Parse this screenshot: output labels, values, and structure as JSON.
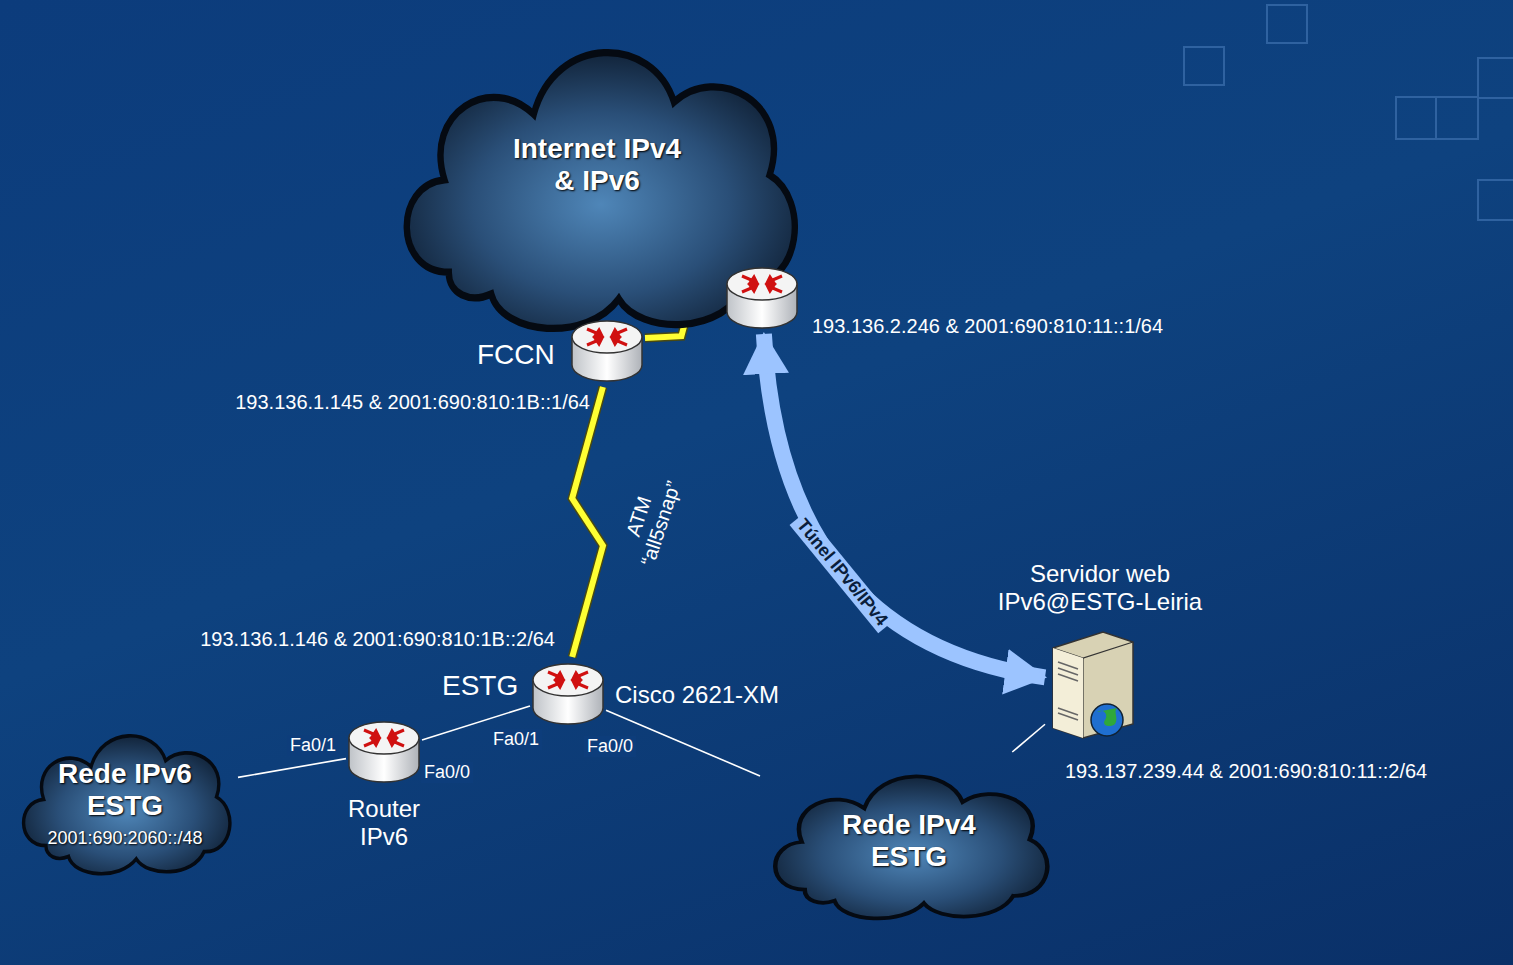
{
  "diagram": {
    "nodes": [
      {
        "text": [
          "Internet IPv4 & IPv6"
        ]
      },
      {
        "text": [
          "FCCN",
          "193.136.1.145 & 2001:690:810:1B::1/64"
        ]
      },
      {
        "text": [
          "193.136.2.246 & 2001:690:810:11::1/64"
        ]
      },
      {
        "text": [
          "ESTG",
          "193.136.1.146 & 2001:690:810:1B::2/64",
          "Cisco 2621-XM"
        ]
      },
      {
        "text": [
          "Router IPv6"
        ]
      },
      {
        "text": [
          "Rede IPv6 ESTG",
          "2001:690:2060::/48"
        ]
      },
      {
        "text": [
          "Rede IPv4 ESTG"
        ]
      },
      {
        "text": [
          "Servidor web IPv6@ESTG-Leiria",
          "193.137.239.44 & 2001:690:810:11::2/64"
        ]
      }
    ],
    "edges": [
      {
        "from": 1,
        "to": 2,
        "arrow": "none"
      },
      {
        "from": 1,
        "to": 3,
        "label": "ATM “all5snap”",
        "arrow": "none"
      },
      {
        "from": 3,
        "to": 4,
        "arrow": "none"
      },
      {
        "from": 4,
        "to": 5,
        "arrow": "none"
      },
      {
        "from": 3,
        "to": 6,
        "arrow": "none"
      },
      {
        "from": 6,
        "to": 7,
        "arrow": "none"
      },
      {
        "from": 2,
        "to": 7,
        "label": "Túnel IPv6/IPv4",
        "arrow": "both"
      }
    ],
    "labels": [
      "Fa0/1",
      "Fa0/0",
      "Fa0/1",
      "Fa0/0"
    ]
  }
}
